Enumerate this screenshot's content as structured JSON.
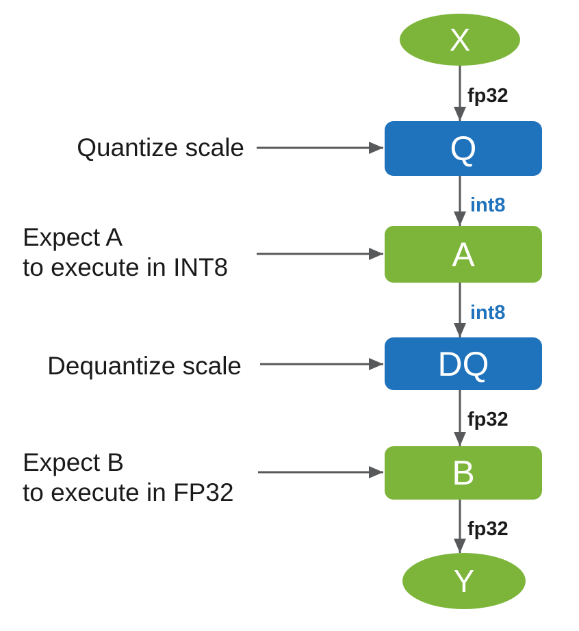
{
  "diagram": {
    "nodes": {
      "x": {
        "label": "X"
      },
      "q": {
        "label": "Q"
      },
      "a": {
        "label": "A"
      },
      "dq": {
        "label": "DQ"
      },
      "b": {
        "label": "B"
      },
      "y": {
        "label": "Y"
      }
    },
    "edge_labels": {
      "x_to_q": "fp32",
      "q_to_a": "int8",
      "a_to_dq": "int8",
      "dq_to_b": "fp32",
      "b_to_y": "fp32"
    },
    "annotations": {
      "quantize_scale": "Quantize scale",
      "expect_a_line1": "Expect A",
      "expect_a_line2": "to execute in INT8",
      "dequantize_scale": "Dequantize scale",
      "expect_b_line1": "Expect B",
      "expect_b_line2": "to execute in FP32"
    },
    "colors": {
      "node_green": "#7DB53A",
      "node_blue": "#1F72BC",
      "arrow_gray": "#58595B",
      "text_black": "#1A1A1A",
      "edge_label_int8_blue": "#1F72BC",
      "node_text_white": "#FFFFFF"
    }
  }
}
